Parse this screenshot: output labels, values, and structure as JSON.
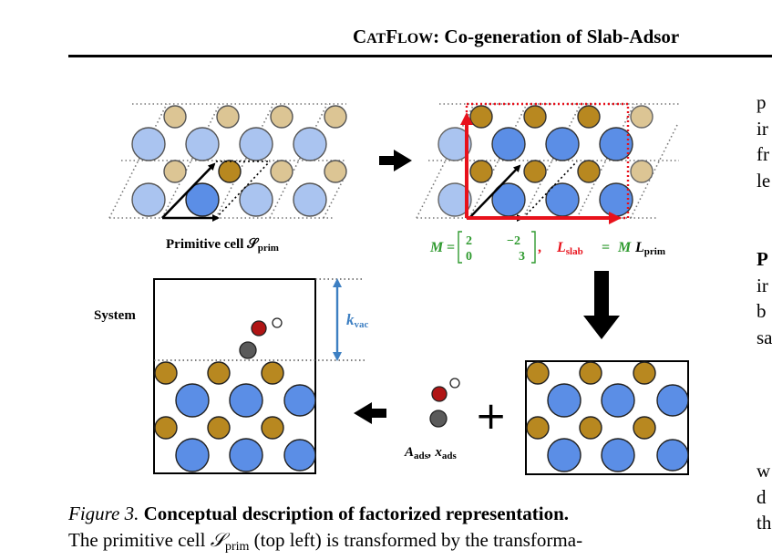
{
  "header": {
    "title_prefix_c": "C",
    "title_prefix_at": "AT",
    "title_prefix_f": "F",
    "title_prefix_low": "LOW",
    "title_rest": ": Co-generation of Slab-Adsor"
  },
  "figure": {
    "primitive_label": "Primitive cell 𝒮",
    "primitive_sub": "prim",
    "matrix_label_M": "M",
    "matrix_entries": [
      "2",
      "−2",
      "0",
      "3"
    ],
    "lslab_label": "L",
    "lslab_sub": "slab",
    "lprim_label": "L",
    "lprim_sub": "prim",
    "system_label": "System",
    "kvac_label": "k",
    "kvac_sub": "vac",
    "ads_label_A": "A",
    "ads_label_x": "x",
    "ads_sub": "ads",
    "plus_sign": "+",
    "colors": {
      "gold": "#b88820",
      "blue": "#5b8ee6",
      "light_blue": "#aac4f0",
      "light_gold": "#dcc594",
      "red_arrow": "#e8111b",
      "green": "#2f9a2f",
      "vac_blue": "#3d7fc2",
      "adsorbate_red": "#b01515",
      "adsorbate_gray": "#5a5a5a"
    }
  },
  "right_column": {
    "lines_a": [
      "p",
      "ir",
      "fr",
      "le"
    ],
    "bold_line": "P",
    "lines_b": [
      "ir",
      "b",
      "sa"
    ],
    "lines_c": [
      "w",
      "d",
      "th"
    ]
  },
  "caption": {
    "figure_label": "Figure 3.",
    "title": "Conceptual description of factorized representation.",
    "text_before": "The primitive cell ",
    "symbol": "𝒮",
    "symbol_sub": "prim",
    "text_after": " (top left) is transformed by the transforma-"
  }
}
